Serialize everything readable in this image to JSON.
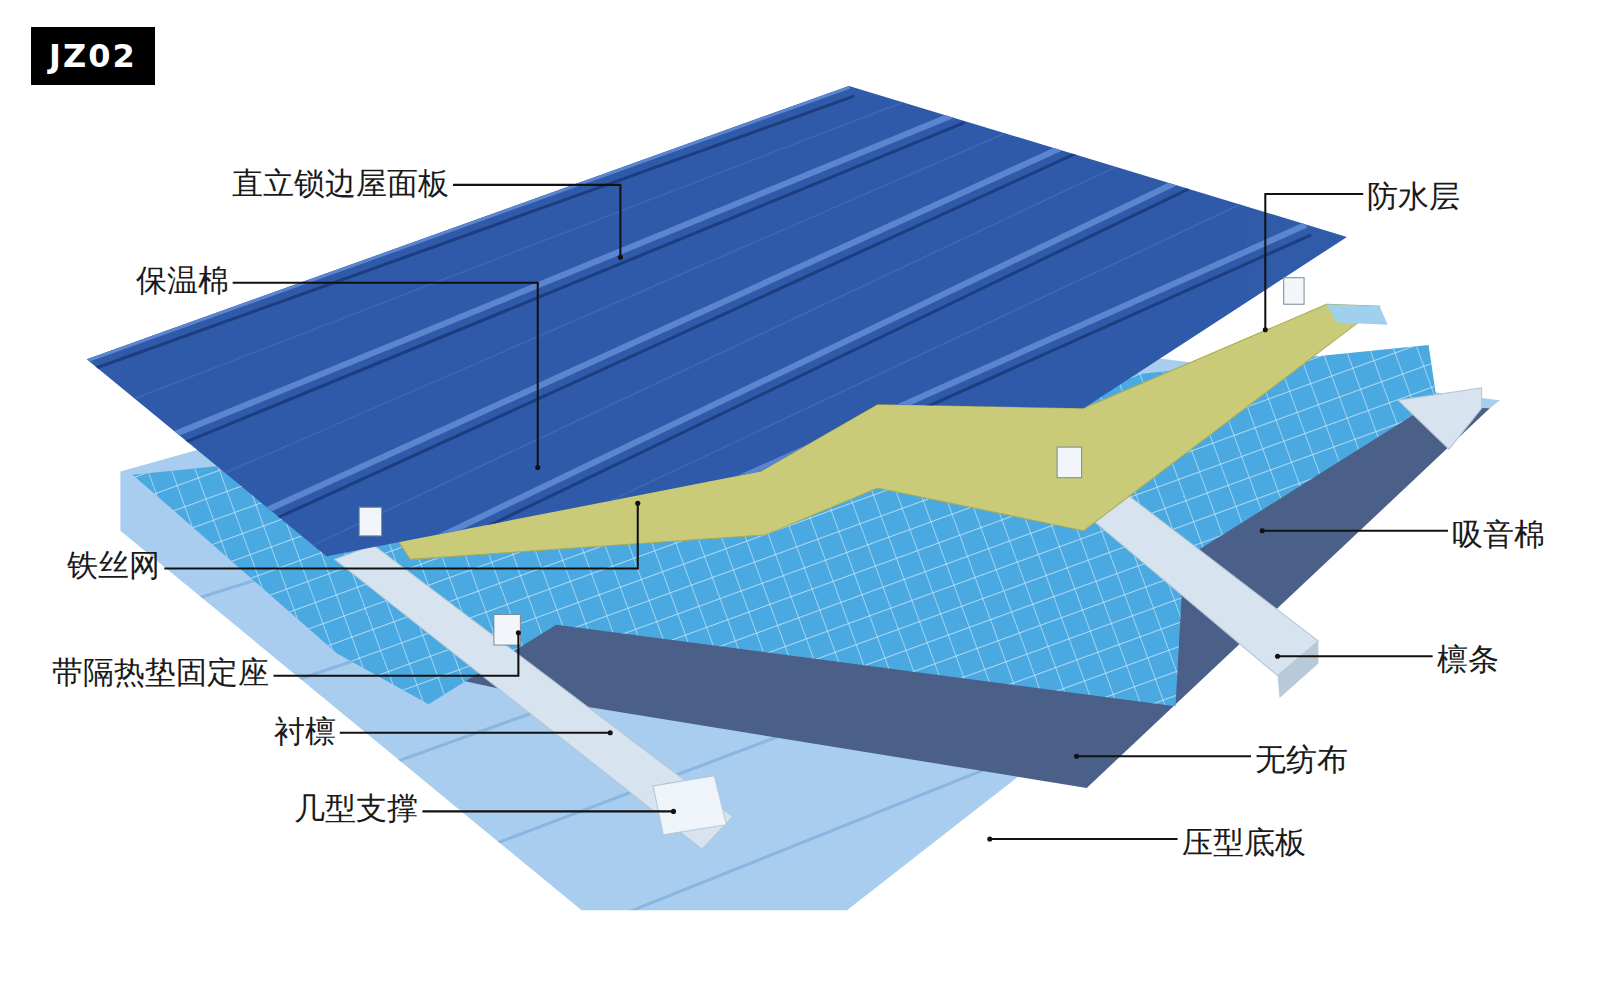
{
  "diagram": {
    "nodes": [
      {
        "text": [
          "JZ02"
        ]
      }
    ],
    "labels": [
      "直立锁边屋面板",
      "保温棉",
      "铁丝网",
      "带隔热垫固定座",
      "衬檩",
      "几型支撑",
      "防水层",
      "吸音棉",
      "檩条",
      "无纺布",
      "压型底板"
    ]
  }
}
